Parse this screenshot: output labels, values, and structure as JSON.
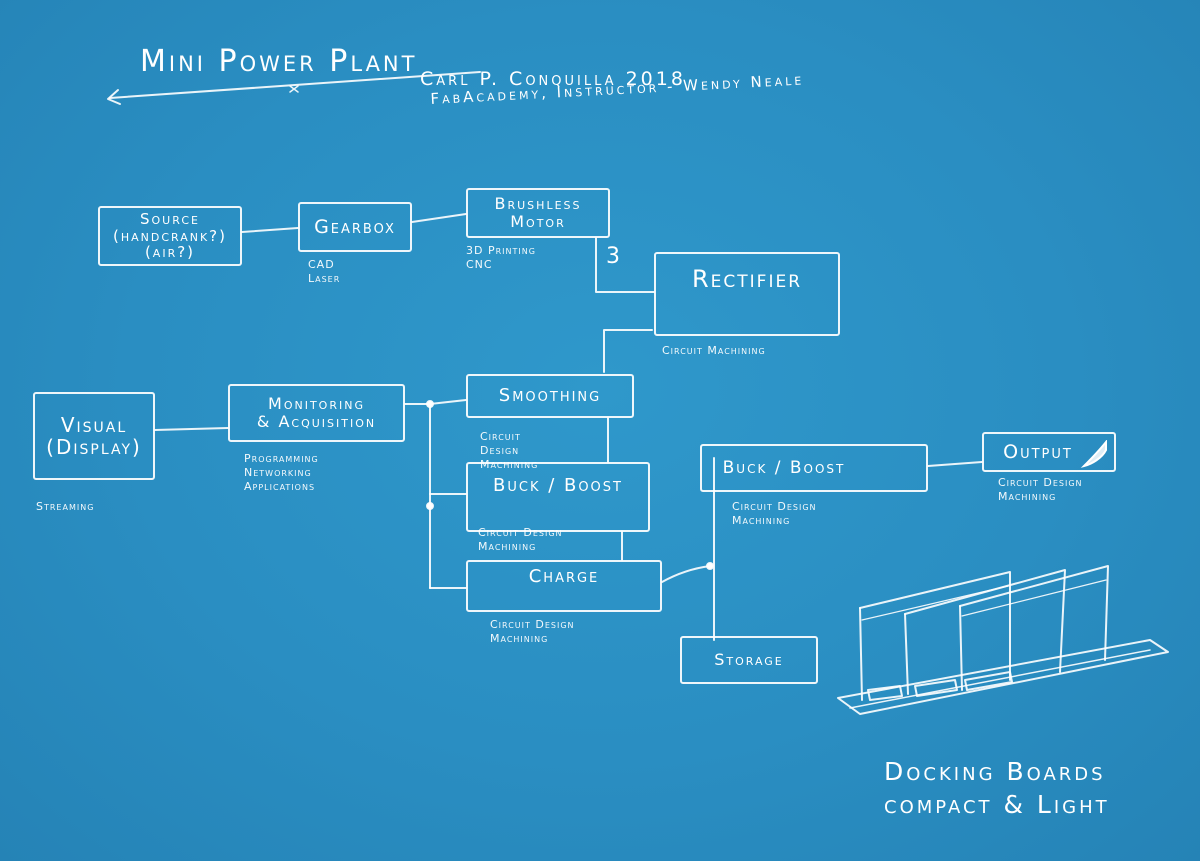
{
  "header": {
    "title": "Mini Power Plant",
    "author": "Carl P. Conquilla 2018",
    "course": "FabAcademy, Instructor - Wendy Neale"
  },
  "blocks": {
    "source": {
      "label": "Source\n(handcrank?)\n(air?)",
      "note": ""
    },
    "gearbox": {
      "label": "Gearbox",
      "note": "CAD\nLaser"
    },
    "motor": {
      "label": "Brushless\nMotor",
      "note": "3D Printing\nCNC"
    },
    "three_phase": {
      "label": "3"
    },
    "rectifier": {
      "label": "Rectifier",
      "note": "Circuit Machining"
    },
    "visual": {
      "label": "Visual\n(Display)",
      "note": "Streaming"
    },
    "monitoring": {
      "label": "Monitoring\n& Acquisition",
      "note": "Programming\nNetworking\nApplications"
    },
    "smoothing": {
      "label": "Smoothing",
      "note": "Circuit\nDesign\nMachining"
    },
    "buck_boost_1": {
      "label": "Buck / Boost",
      "note": "Circuit Design\nMachining"
    },
    "charge": {
      "label": "Charge",
      "note": "Circuit Design\nMachining"
    },
    "buck_boost_2": {
      "label": "Buck / Boost",
      "note": "Circuit Design\nMachining"
    },
    "output": {
      "label": "Output",
      "note": "Circuit Design\nMachining"
    },
    "storage": {
      "label": "Storage"
    }
  },
  "sketch": {
    "note": "Docking Boards\ncompact & Light"
  },
  "colors": {
    "paper": "#2a8ec2",
    "ink": "#ffffff"
  }
}
